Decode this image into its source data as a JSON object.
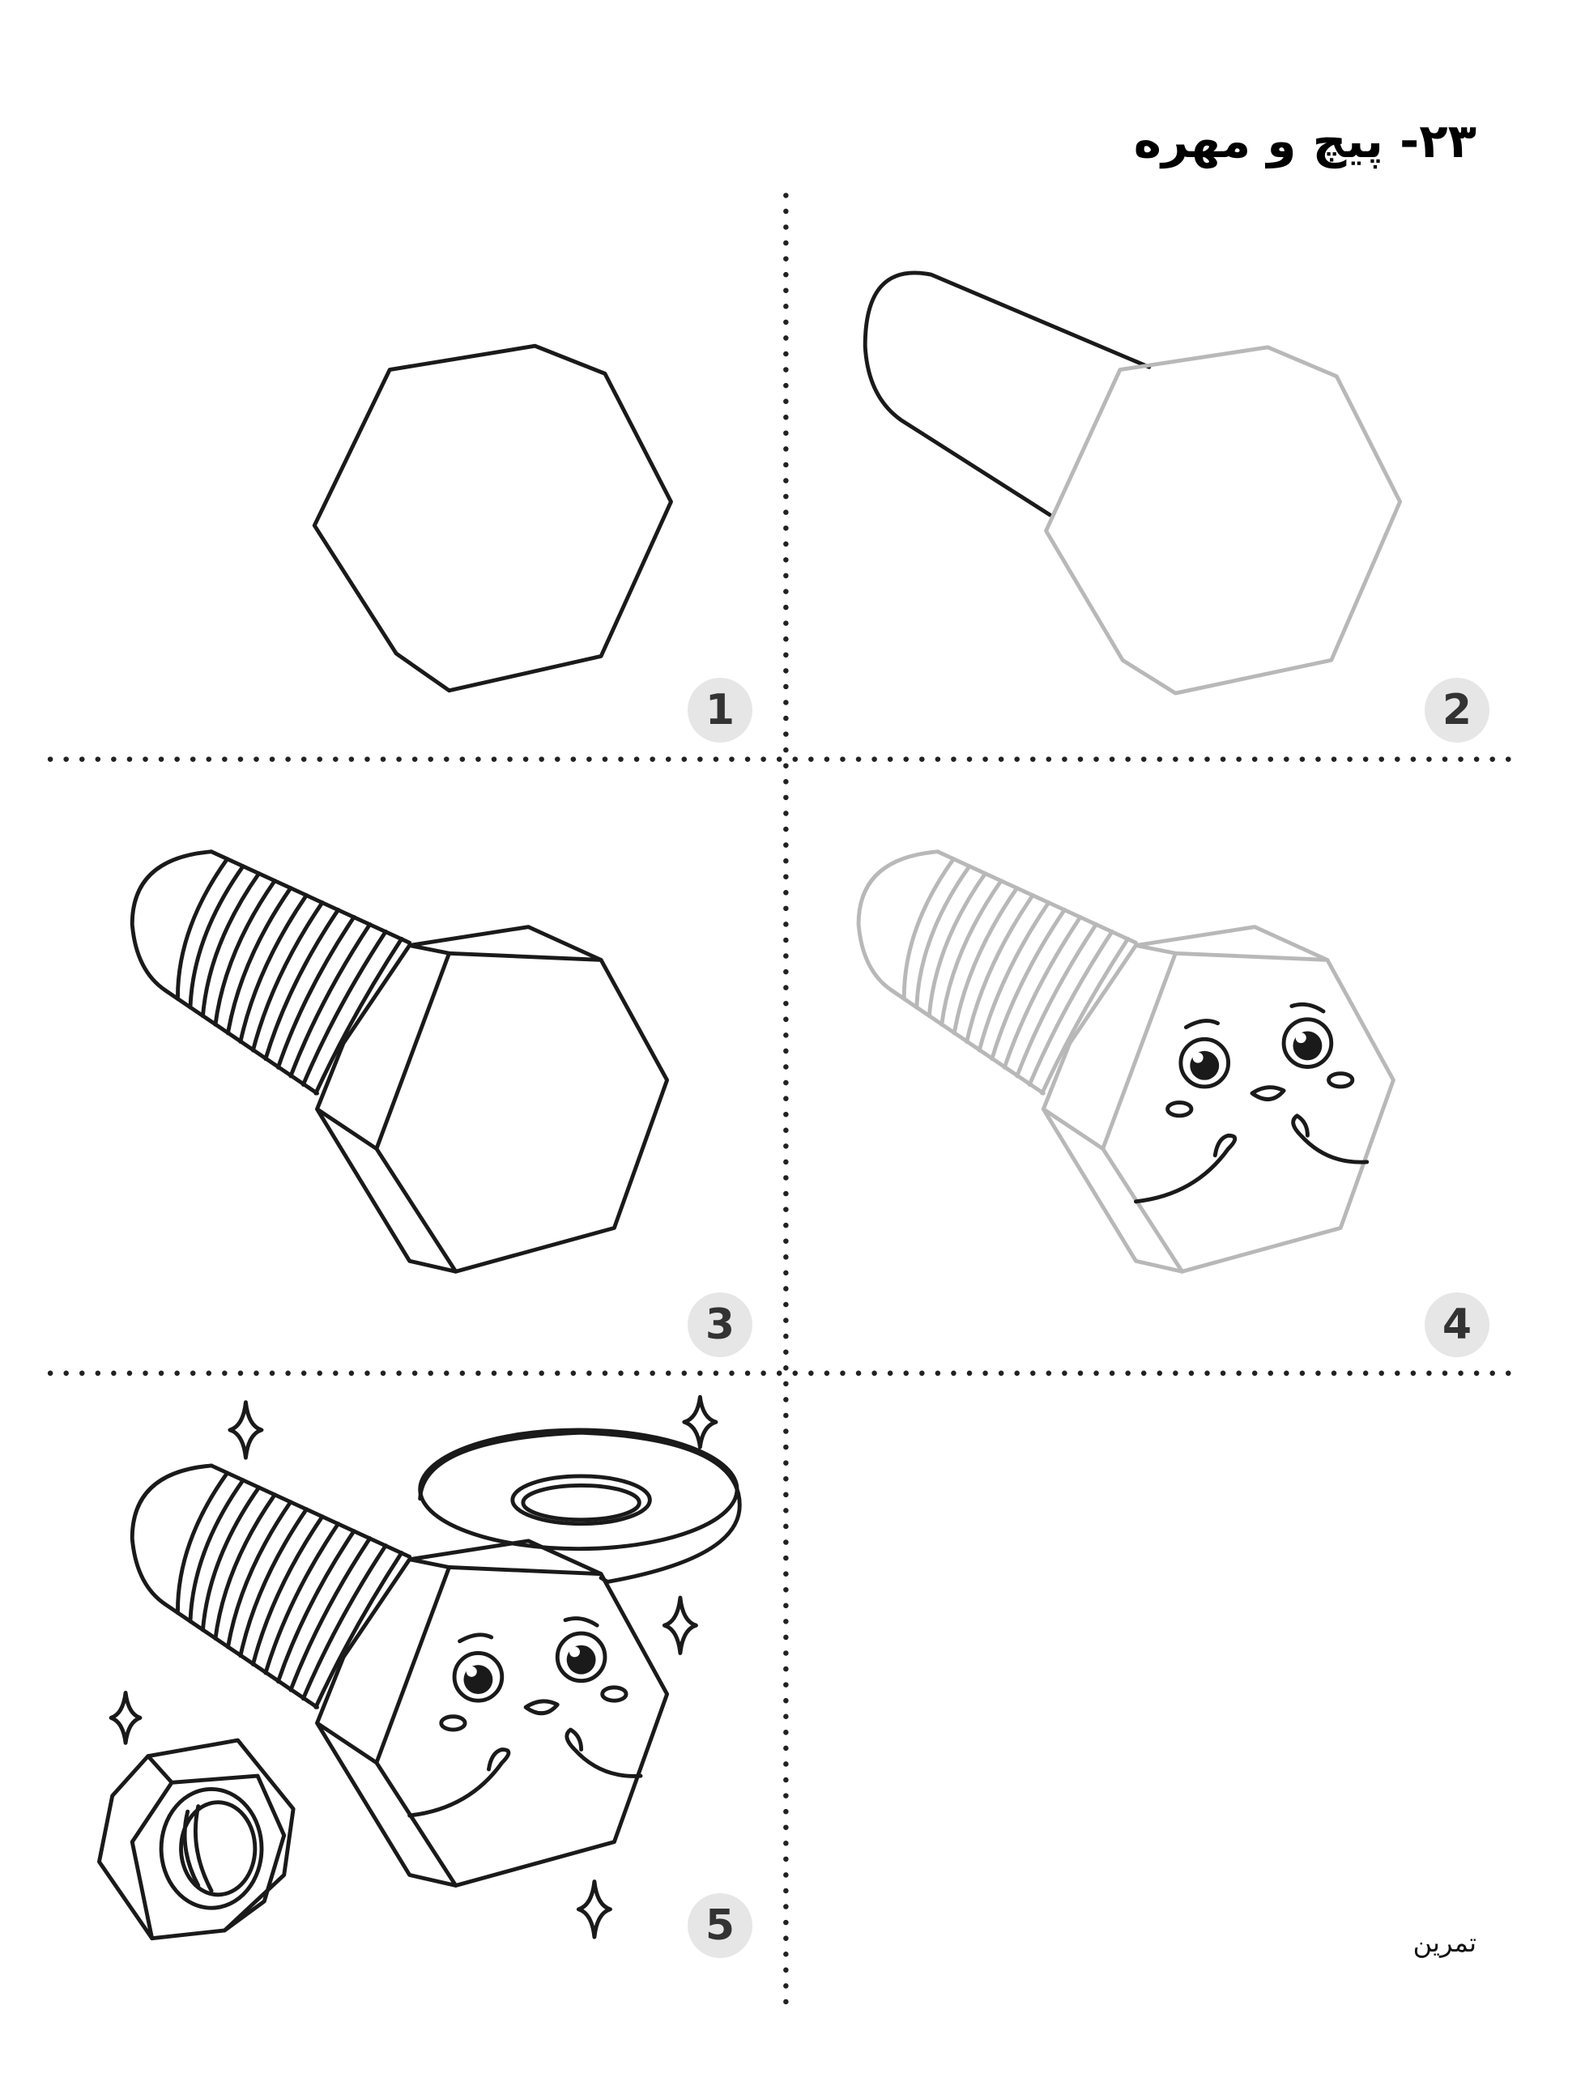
{
  "header": {
    "title": "۲۳- پیچ و مهره"
  },
  "steps": [
    {
      "number": "1"
    },
    {
      "number": "2"
    },
    {
      "number": "3"
    },
    {
      "number": "4"
    },
    {
      "number": "5"
    }
  ],
  "footer": {
    "label": "تمرین"
  },
  "colors": {
    "ink": "#1a1a1a",
    "guide": "#b8b8b8",
    "badge": "#e6e6e6"
  }
}
